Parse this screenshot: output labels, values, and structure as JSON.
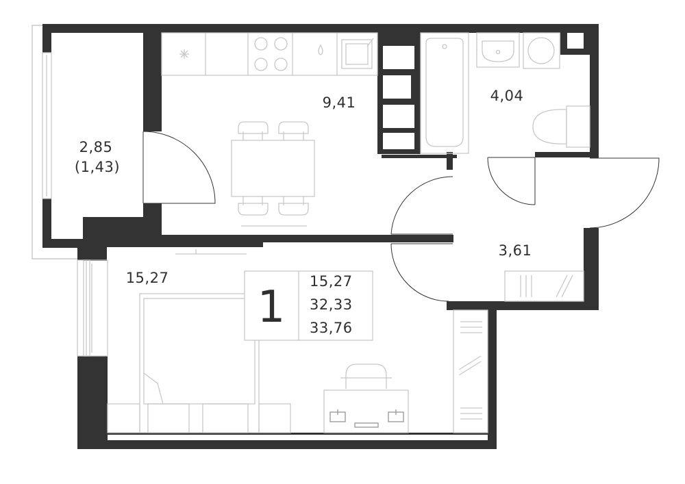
{
  "rooms": {
    "balcony": {
      "area": "2,85",
      "reduced_area": "(1,43)"
    },
    "kitchen": {
      "area": "9,41"
    },
    "bathroom": {
      "area": "4,04"
    },
    "hallway": {
      "area": "3,61"
    },
    "living_room": {
      "area": "15,27"
    }
  },
  "summary": {
    "room_count": "1",
    "living_area": "15,27",
    "total_area": "32,33",
    "total_with_balcony": "33,76"
  },
  "colors": {
    "wall": "#333333",
    "furniture": "#c8c8c8"
  }
}
